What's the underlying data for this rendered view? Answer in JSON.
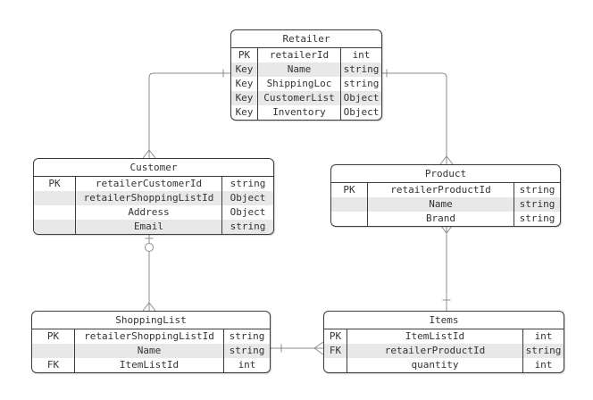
{
  "diagram_type": "entity-relationship",
  "entities": [
    {
      "name": "Retailer",
      "rows": [
        {
          "key": "PK",
          "field": "retailerId",
          "type": "int"
        },
        {
          "key": "Key",
          "field": "Name",
          "type": "string"
        },
        {
          "key": "Key",
          "field": "ShippingLoc",
          "type": "string"
        },
        {
          "key": "Key",
          "field": "CustomerList",
          "type": "Object"
        },
        {
          "key": "Key",
          "field": "Inventory",
          "type": "Object"
        }
      ]
    },
    {
      "name": "Customer",
      "rows": [
        {
          "key": "PK",
          "field": "retailerCustomerId",
          "type": "string"
        },
        {
          "key": "",
          "field": "retailerShoppingListId",
          "type": "Object"
        },
        {
          "key": "",
          "field": "Address",
          "type": "Object"
        },
        {
          "key": "",
          "field": "Email",
          "type": "string"
        }
      ]
    },
    {
      "name": "Product",
      "rows": [
        {
          "key": "PK",
          "field": "retailerProductId",
          "type": "string"
        },
        {
          "key": "",
          "field": "Name",
          "type": "string"
        },
        {
          "key": "",
          "field": "Brand",
          "type": "string"
        }
      ]
    },
    {
      "name": "ShoppingList",
      "rows": [
        {
          "key": "PK",
          "field": "retailerShoppingListId",
          "type": "string"
        },
        {
          "key": "",
          "field": "Name",
          "type": "string"
        },
        {
          "key": "FK",
          "field": "ItemListId",
          "type": "int"
        }
      ]
    },
    {
      "name": "Items",
      "rows": [
        {
          "key": "PK",
          "field": "ItemListId",
          "type": "int"
        },
        {
          "key": "FK",
          "field": "retailerProductId",
          "type": "string"
        },
        {
          "key": "",
          "field": "quantity",
          "type": "int"
        }
      ]
    }
  ],
  "relationships": [
    {
      "from": "Retailer",
      "to": "Customer",
      "from_cardinality": "one",
      "to_cardinality": "many"
    },
    {
      "from": "Retailer",
      "to": "Product",
      "from_cardinality": "one",
      "to_cardinality": "many"
    },
    {
      "from": "Customer",
      "to": "ShoppingList",
      "from_cardinality": "zero-or-one",
      "to_cardinality": "many"
    },
    {
      "from": "Product",
      "to": "Items",
      "from_cardinality": "many",
      "to_cardinality": "one"
    },
    {
      "from": "ShoppingList",
      "to": "Items",
      "from_cardinality": "one",
      "to_cardinality": "many"
    }
  ],
  "colors": {
    "background": "#ffffff",
    "entity_border": "#3c3c3c",
    "row_shade": "#e8e8e8",
    "text": "#333333",
    "connector_line": "#8c8c8c"
  }
}
